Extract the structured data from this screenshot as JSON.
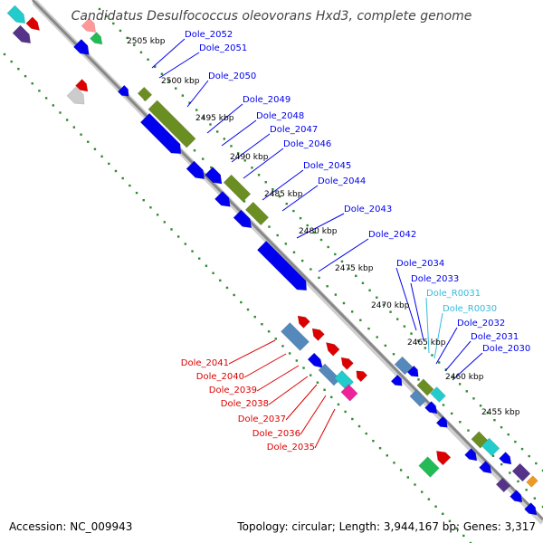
{
  "title": "Candidatus Desulfococcus oleovorans Hxd3, complete genome",
  "footer": {
    "accession": "Accession: NC_009943",
    "summary": "Topology: circular; Length: 3,944,167 bp; Genes: 3,317"
  },
  "colors": {
    "forward_strand": "#0000ee",
    "reverse_strand": "#dd0000",
    "rna": "#33bbdd",
    "cds_category": "#6b8e23",
    "scale_dots": "#2e8b2e",
    "backbone": "#888888"
  },
  "scale": {
    "unit": "kbp",
    "ticks": [
      "2505 kbp",
      "2500 kbp",
      "2495 kbp",
      "2490 kbp",
      "2485 kbp",
      "2480 kbp",
      "2475 kbp",
      "2470 kbp",
      "2465 kbp",
      "2460 kbp",
      "2455 kbp"
    ]
  },
  "labels": {
    "forward": [
      "Dole_2052",
      "Dole_2051",
      "Dole_2050",
      "Dole_2049",
      "Dole_2048",
      "Dole_2047",
      "Dole_2046",
      "Dole_2045",
      "Dole_2044",
      "Dole_2043",
      "Dole_2042",
      "Dole_2034",
      "Dole_2033",
      "Dole_2032",
      "Dole_2031",
      "Dole_2030"
    ],
    "rna": [
      "Dole_R0031",
      "Dole_R0030"
    ],
    "reverse": [
      "Dole_2041",
      "Dole_2040",
      "Dole_2039",
      "Dole_2038",
      "Dole_2037",
      "Dole_2036",
      "Dole_2035"
    ]
  }
}
